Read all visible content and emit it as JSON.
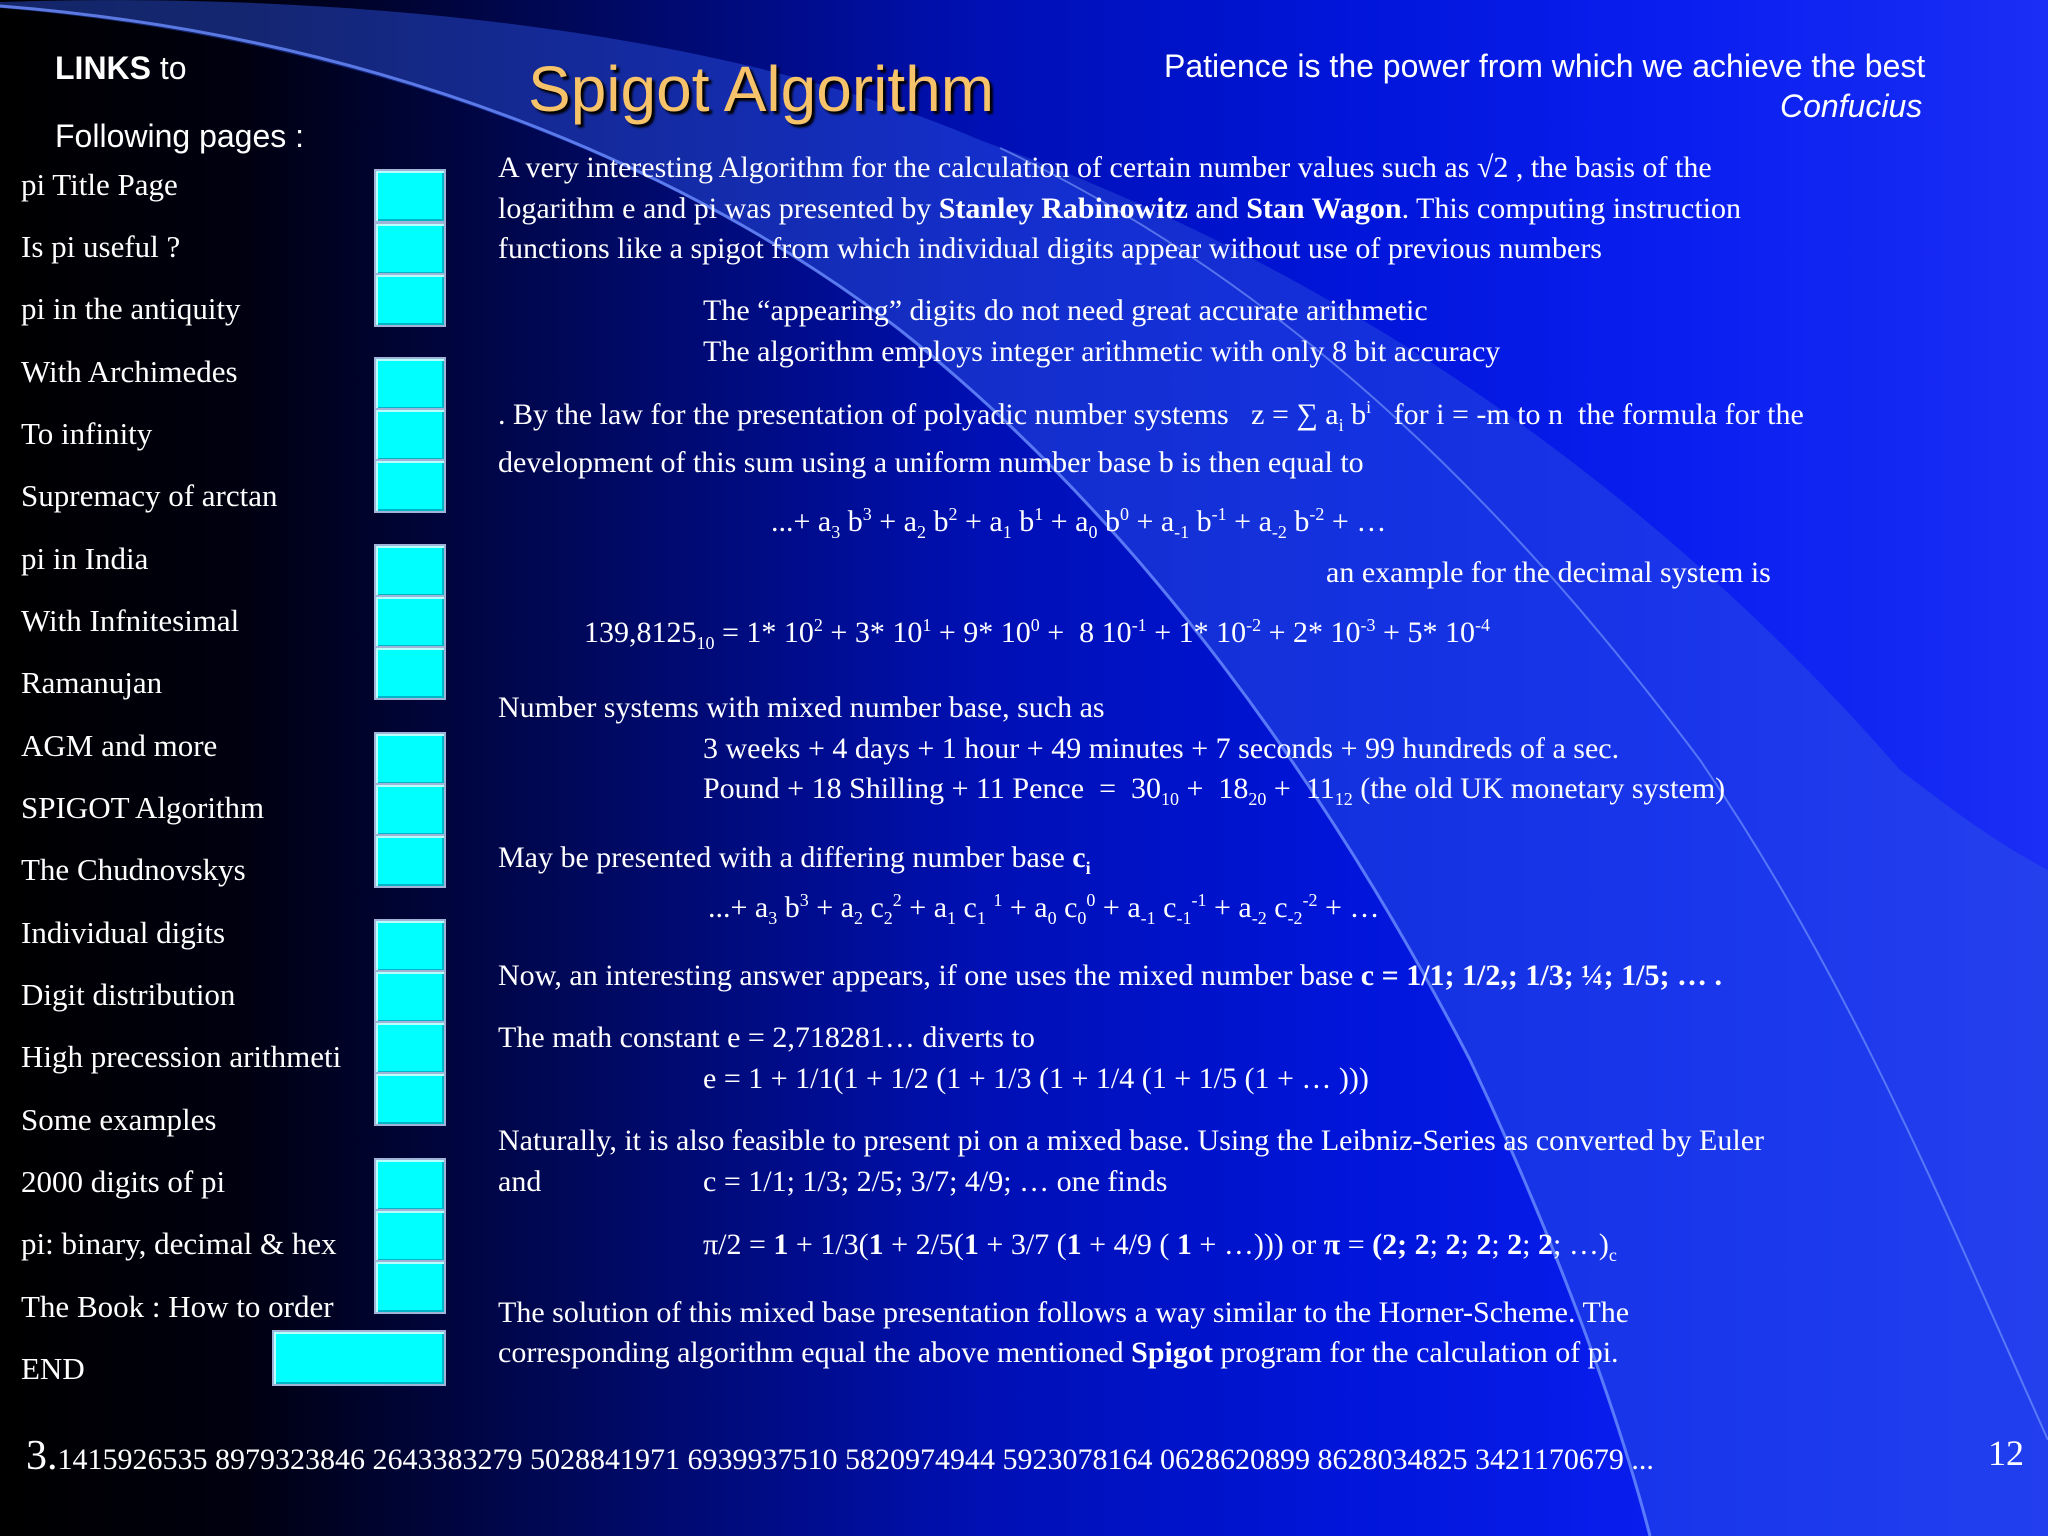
{
  "sidebar": {
    "links_bold": "LINKS",
    "links_rest": " to",
    "links_line2": "Following pages :",
    "items": [
      {
        "label": "pi   Title Page"
      },
      {
        "label": "Is pi useful ?"
      },
      {
        "label": "pi in the antiquity"
      },
      {
        "label": "With Archimedes"
      },
      {
        "label": "To infinity"
      },
      {
        "label": "Supremacy of arctan"
      },
      {
        "label": "pi in India"
      },
      {
        "label": "With Infnitesimal"
      },
      {
        "label": "Ramanujan"
      },
      {
        "label": "AGM and more"
      },
      {
        "label": "SPIGOT Algorithm"
      },
      {
        "label": "The Chudnovskys"
      },
      {
        "label": "Individual digits"
      },
      {
        "label": "Digit distribution"
      },
      {
        "label": "High precession arithmeti"
      },
      {
        "label": "Some examples"
      },
      {
        "label": "2000 digits of pi"
      },
      {
        "label": "pi: binary, decimal & hex"
      },
      {
        "label": "The Book : How to order"
      },
      {
        "label": "END"
      }
    ],
    "button_color": "#00ffff"
  },
  "header": {
    "title": "Spigot Algorithm",
    "title_color": "#f6c26a",
    "quote": "Patience is the power from which we achieve the best",
    "quote_author": "Confucius"
  },
  "content": {
    "intro_1a": "A very interesting Algorithm for the calculation of certain number values such as √2 , the basis of the",
    "intro_2a": "logarithm  e  and  pi  was presented by ",
    "intro_2_name1": "Stanley Rabinowitz",
    "intro_2b": " and ",
    "intro_2_name2": "Stan Wagon",
    "intro_2c": ". This computing instruction",
    "intro_3": "functions like a spigot from which individual digits appear without use of previous numbers",
    "note_1": "The “appearing” digits do not need great accurate arithmetic",
    "note_2": "The algorithm employs integer arithmetic with only 8 bit accuracy",
    "law_line2": "development of this sum using a uniform number base  b  is then equal to",
    "example_intro": "an example for the decimal system is",
    "mixed_intro": " Number systems with mixed number base, such as",
    "mixed_ex1": "3 weeks + 4 days + 1 hour + 49 minutes  + 7 seconds + 99 hundreds of a sec.",
    "mixed_ex2_tail": " (the old UK monetary system)",
    "differing_base": "May be presented with a differing number base ",
    "now_text": " Now, an interesting answer appears, if one uses the mixed number base  ",
    "now_bold": "c = 1/1; 1/2,; 1/3; ¼; 1/5; … .",
    "e_line1": "The math constant  e = 2,718281…  diverts to",
    "e_line2": "e = 1 + 1/1(1 + 1/2 (1 + 1/3 (1 + 1/4 (1 + 1/5 (1 + … )))",
    "nat_line1": " Naturally, it is also feasible to present pi on a mixed base.  Using the  Leibniz-Series as converted by Euler",
    "nat_and": "and",
    "nat_line2": "c = 1/1; 1/3; 2/5; 3/7; 4/9; …  one finds",
    "solution_1": " The solution of this mixed base presentation follows a way similar to the Horner-Scheme. The",
    "solution_2a": "corresponding algorithm equal the above mentioned ",
    "solution_2_bold": "Spigot",
    "solution_2b": " program for the calculation of pi."
  },
  "footer": {
    "pi_big": "3.",
    "pi_digits": "1415926535 8979323846 2643383279 5028841971 6939937510 5820974944 5923078164 0628620899 8628034825 3421170679  ...",
    "page_number": "12"
  }
}
